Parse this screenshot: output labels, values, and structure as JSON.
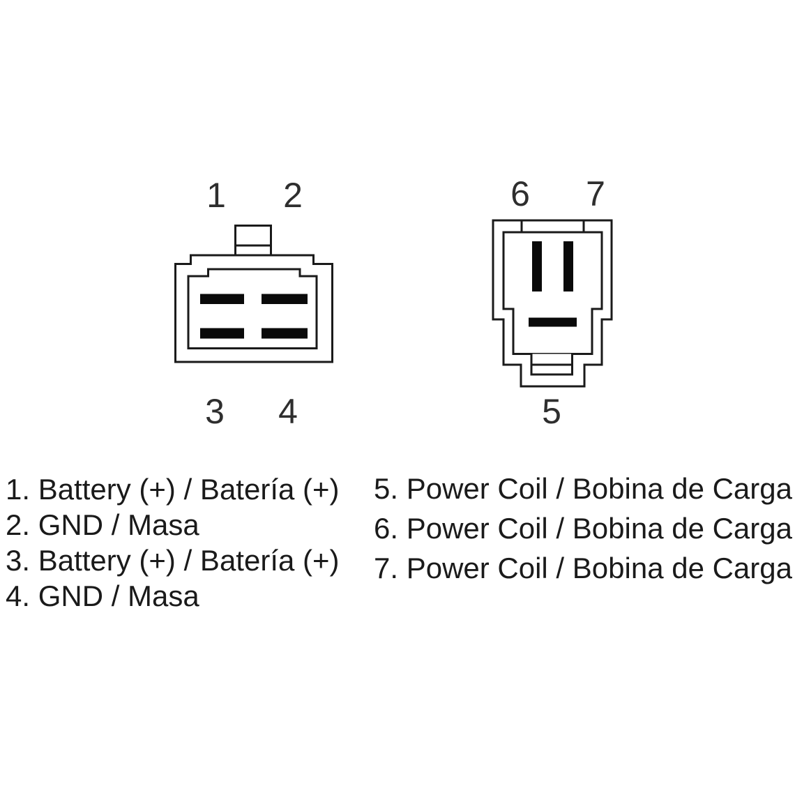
{
  "canvas": {
    "background_color": "#ffffff",
    "outline_color": "#1a1a1a",
    "pin_fill_color": "#0a0a0a",
    "number_color": "#2e2e2e",
    "legend_text_color": "#1a1a1a"
  },
  "connector_a": {
    "description": "4-pin connector, front view, 2x2 blade pins, keying tab on top",
    "pin_numbers_top": [
      "1",
      "2"
    ],
    "pin_numbers_bottom": [
      "3",
      "4"
    ]
  },
  "connector_b": {
    "description": "3-pin connector, front view, two vertical blade pins over one horizontal blade pin, stepped housing with bottom tab",
    "pin_numbers_top": [
      "6",
      "7"
    ],
    "pin_numbers_bottom": [
      "5"
    ]
  },
  "legend": {
    "left_column": [
      {
        "line": "1. Battery (+) / Batería (+)"
      },
      {
        "line": "2. GND / Masa"
      },
      {
        "line": "3. Battery (+) / Batería (+)"
      },
      {
        "line": "4. GND / Masa"
      }
    ],
    "right_column": [
      {
        "line": "5. Power Coil / Bobina de Carga"
      },
      {
        "line": "6. Power Coil / Bobina de Carga"
      },
      {
        "line": "7. Power Coil / Bobina de Carga"
      }
    ]
  }
}
